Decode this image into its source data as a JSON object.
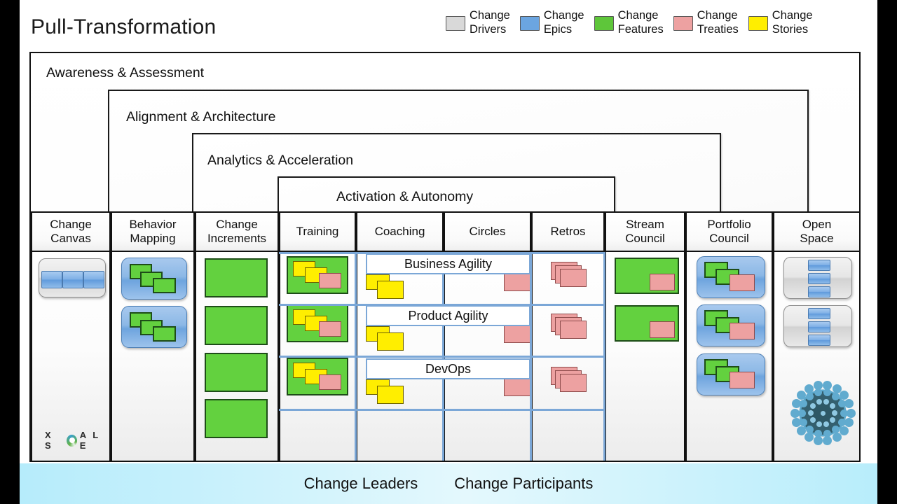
{
  "header": {
    "title": "Pull-Transformation"
  },
  "legend": {
    "items": [
      {
        "label": "Change\nDrivers",
        "color": "#d9d9d9",
        "icon": "square-swatch-icon"
      },
      {
        "label": "Change\nEpics",
        "color": "#6ba5e0",
        "icon": "square-swatch-icon"
      },
      {
        "label": "Change\nFeatures",
        "color": "#5ec63a",
        "icon": "square-swatch-icon"
      },
      {
        "label": "Change\nTreaties",
        "color": "#eda1a1",
        "icon": "square-swatch-icon"
      },
      {
        "label": "Change\nStories",
        "color": "#ffee00",
        "icon": "square-swatch-icon"
      }
    ]
  },
  "phases": [
    {
      "id": "awareness",
      "label": "Awareness & Assessment"
    },
    {
      "id": "alignment",
      "label": "Alignment & Architecture"
    },
    {
      "id": "analytics",
      "label": "Analytics & Acceleration"
    },
    {
      "id": "activation",
      "label": "Activation & Autonomy"
    }
  ],
  "columns": [
    {
      "id": "change-canvas",
      "label": "Change\nCanvas"
    },
    {
      "id": "behavior-mapping",
      "label": "Behavior\nMapping"
    },
    {
      "id": "change-increments",
      "label": "Change\nIncrements"
    },
    {
      "id": "training",
      "label": "Training"
    },
    {
      "id": "coaching",
      "label": "Coaching"
    },
    {
      "id": "circles",
      "label": "Circles"
    },
    {
      "id": "retros",
      "label": "Retros"
    },
    {
      "id": "stream-council",
      "label": "Stream\nCouncil"
    },
    {
      "id": "portfolio-council",
      "label": "Portfolio\nCouncil"
    },
    {
      "id": "open-space",
      "label": "Open\nSpace"
    }
  ],
  "lanes": [
    {
      "id": "business-agility",
      "label": "Business Agility"
    },
    {
      "id": "product-agility",
      "label": "Product Agility"
    },
    {
      "id": "devops",
      "label": "DevOps"
    }
  ],
  "logo": {
    "pre": "X S",
    "post": "A L E"
  },
  "footer": {
    "leaders": "Change Leaders",
    "participants": "Change Participants"
  },
  "colors": {
    "driver": "#d9d9d9",
    "epic": "#6ba5e0",
    "feature": "#5ec63a",
    "treaty": "#eda1a1",
    "story": "#ffee00",
    "lane_border": "#7ba7d7",
    "footer_band": "#b6ecfb"
  }
}
